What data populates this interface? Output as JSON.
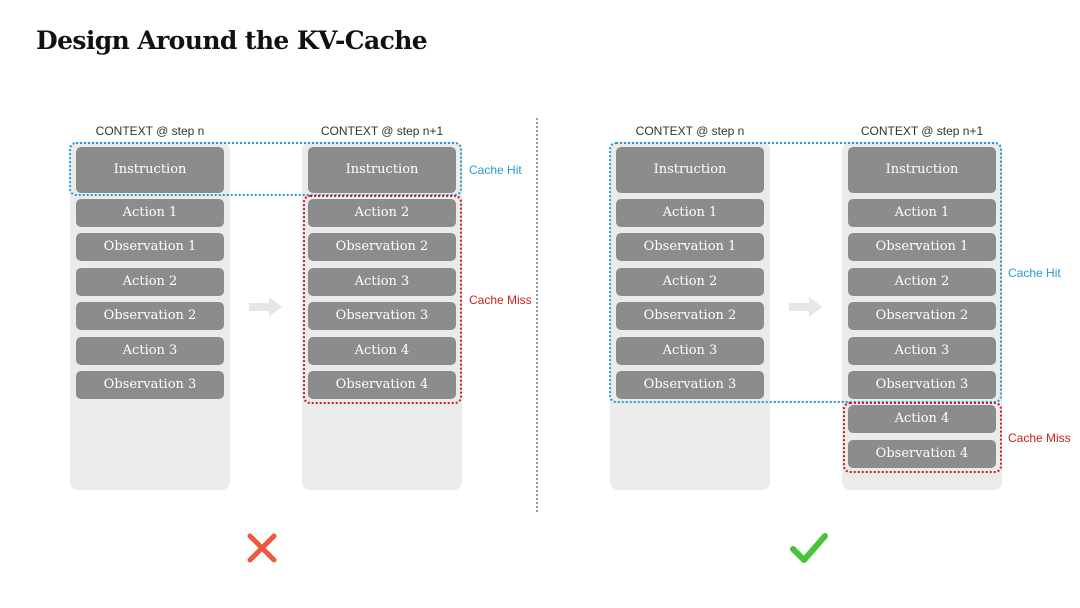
{
  "title": "Design Around the KV-Cache",
  "left": {
    "ctx_n_label": "CONTEXT @ step n",
    "ctx_n1_label": "CONTEXT @ step n+1",
    "ctx_n_blocks": [
      "Instruction",
      "Action 1",
      "Observation 1",
      "Action 2",
      "Observation 2",
      "Action 3",
      "Observation 3"
    ],
    "ctx_n1_blocks": [
      "Instruction",
      "Action 2",
      "Observation 2",
      "Action 3",
      "Observation 3",
      "Action 4",
      "Observation 4"
    ],
    "cache_hit_label": "Cache Hit",
    "cache_miss_label": "Cache Miss",
    "verdict_icon": "cross-icon"
  },
  "right": {
    "ctx_n_label": "CONTEXT @ step n",
    "ctx_n1_label": "CONTEXT @ step n+1",
    "ctx_n_blocks": [
      "Instruction",
      "Action 1",
      "Observation 1",
      "Action 2",
      "Observation 2",
      "Action 3",
      "Observation 3"
    ],
    "ctx_n1_blocks": [
      "Instruction",
      "Action 1",
      "Observation 1",
      "Action 2",
      "Observation 2",
      "Action 3",
      "Observation 3",
      "Action 4",
      "Observation 4"
    ],
    "cache_hit_label": "Cache Hit",
    "cache_miss_label": "Cache Miss",
    "verdict_icon": "check-icon"
  },
  "colors": {
    "block": "#8c8c8c",
    "panel": "#ebebeb",
    "cache_hit": "#2b98d6",
    "cache_miss": "#cc2020",
    "cross": "#f0583e",
    "check": "#46c43a",
    "arrow": "#e6e6e6"
  }
}
